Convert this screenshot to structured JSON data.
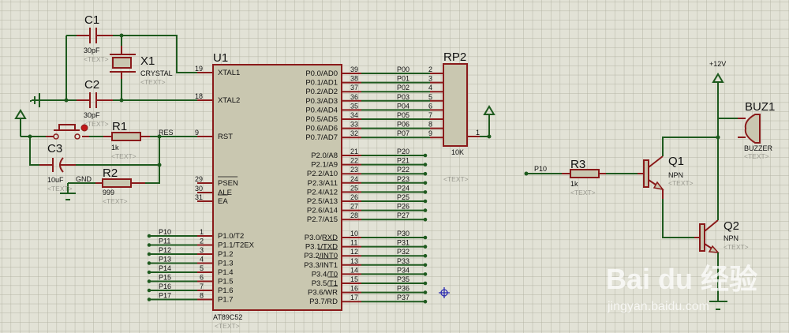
{
  "schematic": {
    "crystal_circuit": {
      "C1": {
        "ref": "C1",
        "value": "30pF",
        "text": "<TEXT>"
      },
      "C2": {
        "ref": "C2",
        "value": "30pF",
        "text": "<TEXT>"
      },
      "X1": {
        "ref": "X1",
        "value": "CRYSTAL",
        "text": "<TEXT>"
      }
    },
    "reset_circuit": {
      "R1": {
        "ref": "R1",
        "value": "1k",
        "text": "<TEXT>"
      },
      "R2": {
        "ref": "R2",
        "value": "999",
        "text": "<TEXT>"
      },
      "C3": {
        "ref": "C3",
        "value": "10uF",
        "text": "<TEXT>"
      },
      "net_res": "RES",
      "net_gnd": "GND"
    },
    "U1": {
      "ref": "U1",
      "part": "AT89C52",
      "text": "<TEXT>",
      "left_pins": [
        {
          "num": "19",
          "name": "XTAL1"
        },
        {
          "num": "18",
          "name": "XTAL2"
        },
        {
          "num": "9",
          "name": "RST"
        },
        {
          "num": "29",
          "name": "PSEN"
        },
        {
          "num": "30",
          "name": "ALE"
        },
        {
          "num": "31",
          "name": "EA"
        }
      ],
      "p1_pins": [
        {
          "num": "1",
          "name": "P1.0/T2",
          "net": "P10"
        },
        {
          "num": "2",
          "name": "P1.1/T2EX",
          "net": "P11"
        },
        {
          "num": "3",
          "name": "P1.2",
          "net": "P12"
        },
        {
          "num": "4",
          "name": "P1.3",
          "net": "P13"
        },
        {
          "num": "5",
          "name": "P1.4",
          "net": "P14"
        },
        {
          "num": "6",
          "name": "P1.5",
          "net": "P15"
        },
        {
          "num": "7",
          "name": "P1.6",
          "net": "P16"
        },
        {
          "num": "8",
          "name": "P1.7",
          "net": "P17"
        }
      ],
      "p0_pins": [
        {
          "num": "39",
          "name": "P0.0/AD0",
          "net": "P00",
          "rp": "2"
        },
        {
          "num": "38",
          "name": "P0.1/AD1",
          "net": "P01",
          "rp": "3"
        },
        {
          "num": "37",
          "name": "P0.2/AD2",
          "net": "P02",
          "rp": "4"
        },
        {
          "num": "36",
          "name": "P0.3/AD3",
          "net": "P03",
          "rp": "5"
        },
        {
          "num": "35",
          "name": "P0.4/AD4",
          "net": "P04",
          "rp": "6"
        },
        {
          "num": "34",
          "name": "P0.5/AD5",
          "net": "P05",
          "rp": "7"
        },
        {
          "num": "33",
          "name": "P0.6/AD6",
          "net": "P06",
          "rp": "8"
        },
        {
          "num": "32",
          "name": "P0.7/AD7",
          "net": "P07",
          "rp": "9"
        }
      ],
      "p2_pins": [
        {
          "num": "21",
          "name": "P2.0/A8",
          "net": "P20"
        },
        {
          "num": "22",
          "name": "P2.1/A9",
          "net": "P21"
        },
        {
          "num": "23",
          "name": "P2.2/A10",
          "net": "P22"
        },
        {
          "num": "24",
          "name": "P2.3/A11",
          "net": "P23"
        },
        {
          "num": "25",
          "name": "P2.4/A12",
          "net": "P24"
        },
        {
          "num": "26",
          "name": "P2.5/A13",
          "net": "P25"
        },
        {
          "num": "27",
          "name": "P2.6/A14",
          "net": "P26"
        },
        {
          "num": "28",
          "name": "P2.7/A15",
          "net": "P27"
        }
      ],
      "p3_pins": [
        {
          "num": "10",
          "name": "P3.0/RXD",
          "net": "P30"
        },
        {
          "num": "11",
          "name": "P3.1/TXD",
          "net": "P31"
        },
        {
          "num": "12",
          "name": "P3.2/INT0",
          "net": "P32"
        },
        {
          "num": "13",
          "name": "P3.3/INT1",
          "net": "P33"
        },
        {
          "num": "14",
          "name": "P3.4/T0",
          "net": "P34"
        },
        {
          "num": "15",
          "name": "P3.5/T1",
          "net": "P35"
        },
        {
          "num": "16",
          "name": "P3.6/WR",
          "net": "P36"
        },
        {
          "num": "17",
          "name": "P3.7/RD",
          "net": "P37"
        }
      ]
    },
    "RP2": {
      "ref": "RP2",
      "value": "10K",
      "text": "<TEXT>",
      "common_pin": "1"
    },
    "driver": {
      "input_net": "P10",
      "R3": {
        "ref": "R3",
        "value": "1k",
        "text": "<TEXT>"
      },
      "Q1": {
        "ref": "Q1",
        "value": "NPN",
        "text": "<TEXT>"
      },
      "Q2": {
        "ref": "Q2",
        "value": "NPN",
        "text": "<TEXT>"
      },
      "BUZ1": {
        "ref": "BUZ1",
        "value": "BUZZER",
        "text": "<TEXT>"
      },
      "supply": "+12V"
    },
    "watermark": {
      "brand": "Bai du 经验",
      "url": "jingyan.baidu.com"
    }
  }
}
